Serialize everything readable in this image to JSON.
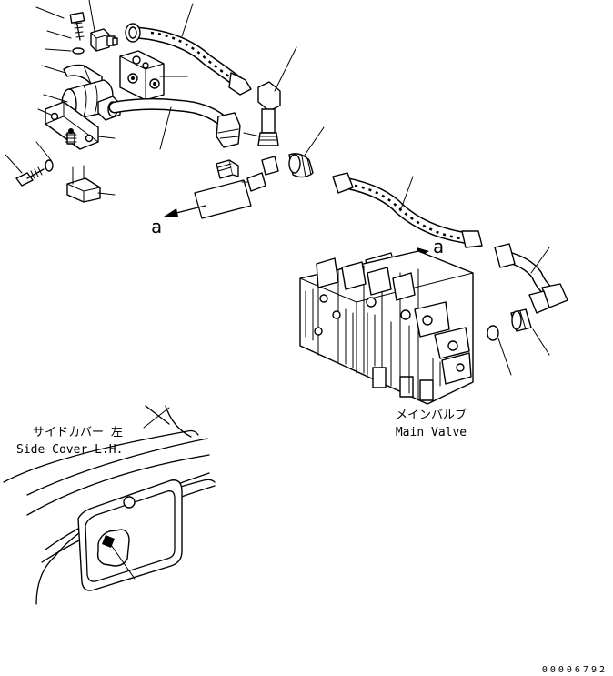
{
  "labels": {
    "view_letter_top": "a",
    "view_letter_right": "a",
    "main_valve_jp": "メインバルブ",
    "main_valve_en": "Main Valve",
    "side_cover_jp": "サイドカバー 左",
    "side_cover_en": "Side Cover L.H.",
    "drawing_number": "00006792"
  }
}
